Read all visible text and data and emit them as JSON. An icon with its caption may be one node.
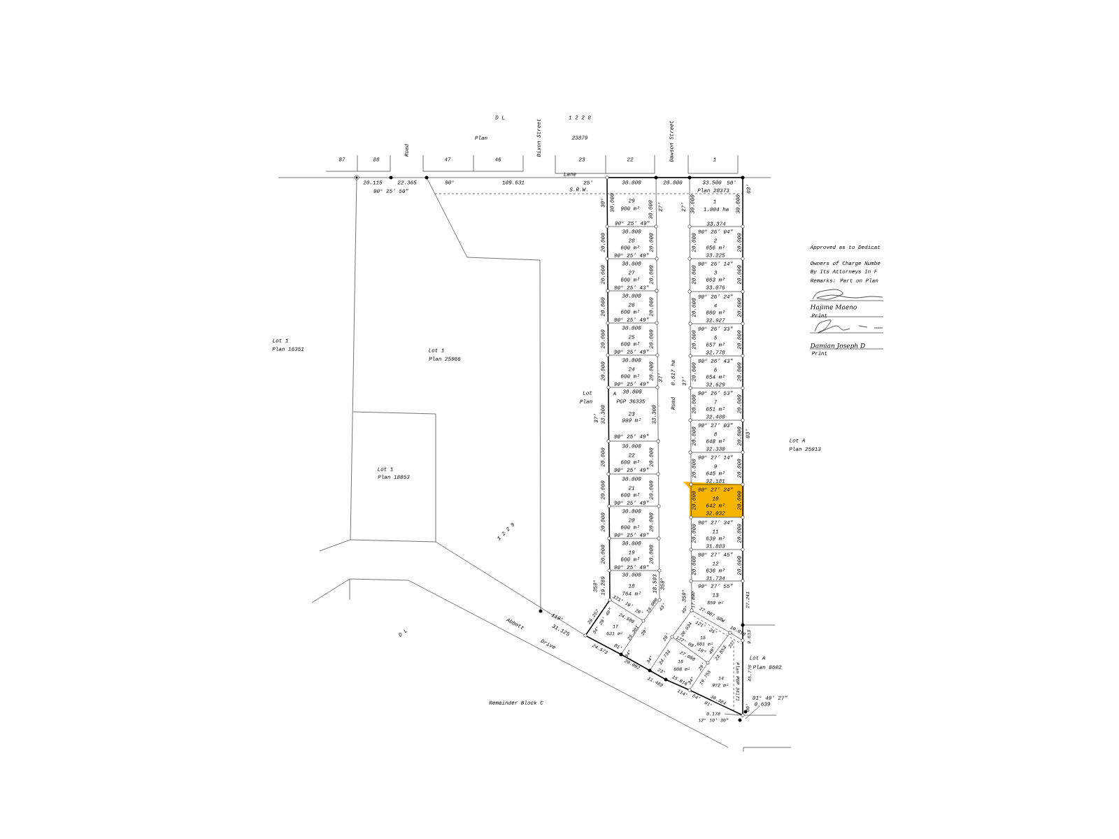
{
  "diagram": {
    "labels": [
      "D L",
      "1 2 2 8",
      "Plan",
      "23879",
      "Dixon Street",
      "Dawson Street",
      "Road",
      "87",
      "88",
      "47",
      "46",
      "23",
      "22",
      "1",
      "Lane",
      "20.115",
      "22.365",
      "90° 25' 50\"",
      "90°",
      "109.631",
      "25'",
      "S.R.W.",
      "30.000",
      "20.000",
      "33.500",
      "50'",
      "03'",
      "Plan 28373",
      "29",
      "900 m²",
      "30.000",
      "30°",
      "30.000",
      "27'",
      "90° 25' 49\"",
      "30.000",
      "28",
      "600 m²",
      "20.000",
      "20.000",
      "90° 25' 49\"",
      "30.000",
      "27",
      "600 m²",
      "20.000",
      "20.000",
      "90° 25' 43\"",
      "30.000",
      "26",
      "600 m²",
      "20.000",
      "20.000",
      "90° 25' 49\"",
      "30.000",
      "25",
      "600 m²",
      "20.000",
      "20.000",
      "90° 25' 49\"",
      "30.000",
      "24",
      "600 m²",
      "20.000",
      "20.000",
      "90° 25' 49\"",
      "A",
      "30.000",
      "PGP 36335",
      "23",
      "999 m²",
      "33.300",
      "37'",
      "33.300",
      "37'",
      "90° 25' 49\"",
      "30.000",
      "22",
      "600 m²",
      "20.000",
      "20.000",
      "90° 25' 49\"",
      "30.000",
      "21",
      "600 m²",
      "20.000",
      "20.000",
      "90° 25' 49\"",
      "30.000",
      "20",
      "600 m²",
      "20.000",
      "20.000",
      "90° 25' 49\"",
      "30.000",
      "19",
      "600 m²",
      "20.000",
      "20.000",
      "90° 25' 49\"",
      "30.000",
      "18",
      "764 m²",
      "19.289",
      "359°",
      "18.593",
      "359°",
      "Lot",
      "Plan",
      "Road",
      "0.617 ha",
      "37'",
      "1",
      "1.004 ha",
      "30.000",
      "27'",
      "30.000",
      "33.374",
      "90° 26' 04\"",
      "2",
      "656 m²",
      "20.000",
      "20.000",
      "33.225",
      "90° 26' 14\"",
      "3",
      "663 m²",
      "20.000",
      "20.000",
      "33.076",
      "90° 26' 24\"",
      "4",
      "660 m²",
      "20.000",
      "20.000",
      "32.927",
      "90° 26' 33\"",
      "5",
      "657 m²",
      "20.000",
      "20.000",
      "32.778",
      "90° 26' 43\"",
      "6",
      "654 m²",
      "20.000",
      "20.000",
      "32.629",
      "90° 26' 53\"",
      "7",
      "651 m²",
      "20.000",
      "20.000",
      "32.480",
      "90° 27' 03\"",
      "8",
      "648 m²",
      "20.000",
      "20.000",
      "32.330",
      "90° 27' 14\"",
      "9",
      "645 m²",
      "20.000",
      "20.000",
      "32.181",
      "90° 27' 24\"",
      "10",
      "642 m²",
      "20.000",
      "20.000",
      "32.032",
      "90° 27' 34\"",
      "11",
      "639 m²",
      "20.000",
      "20.000",
      "31.883",
      "90° 27' 45\"",
      "12",
      "636 m²",
      "20.000",
      "20.000",
      "31.734",
      "90° 27' 55\"",
      "13",
      "859 m²",
      "359°",
      "17.890",
      "27.241",
      "03'",
      "26.267",
      "34° 28' 49\"",
      "121° 16'",
      "24.500",
      "26'",
      "16.000",
      "43'",
      "17",
      "631 m²",
      "25.301",
      "28'",
      "119°",
      "31.125",
      "24.573",
      "01'",
      "34°",
      "20.092",
      "34°",
      "24.733",
      "16",
      "608 m²",
      "127° 08' 10\"",
      "27.008",
      "49°",
      "28'",
      "23°",
      "11.489",
      "15.816",
      "34°",
      "19.755",
      "14",
      "972 m²",
      "114°",
      "54'",
      "01°",
      "36.384",
      "49°",
      "20.934",
      "28'",
      "121°",
      "27.067 SRW",
      "35'",
      "15",
      "601 m²",
      "10.010",
      "22°",
      "23.553",
      "Plan PGP 34171",
      "9.613",
      "45.776",
      "00'",
      "Lot A",
      "Plan 8602",
      "01° 49' 27\"",
      "0.639",
      "0.178",
      "12° 10' 30\"",
      "Lot 1",
      "Plan 16351",
      "Lot 1",
      "Plan 25966",
      "Lot 1",
      "Plan 18853",
      "1 2 2 9",
      "Lot A",
      "Plan 25013",
      "D L",
      "Abbott",
      "Drive",
      "Remainder Block C",
      "Approved as to Dedicat",
      "Owners of Charge Numbe",
      "By Its Attorneys In F",
      "Remarks: Part on Plan",
      "Hajime Maeno",
      "Print",
      "Damian Joseph D",
      "Print"
    ]
  }
}
